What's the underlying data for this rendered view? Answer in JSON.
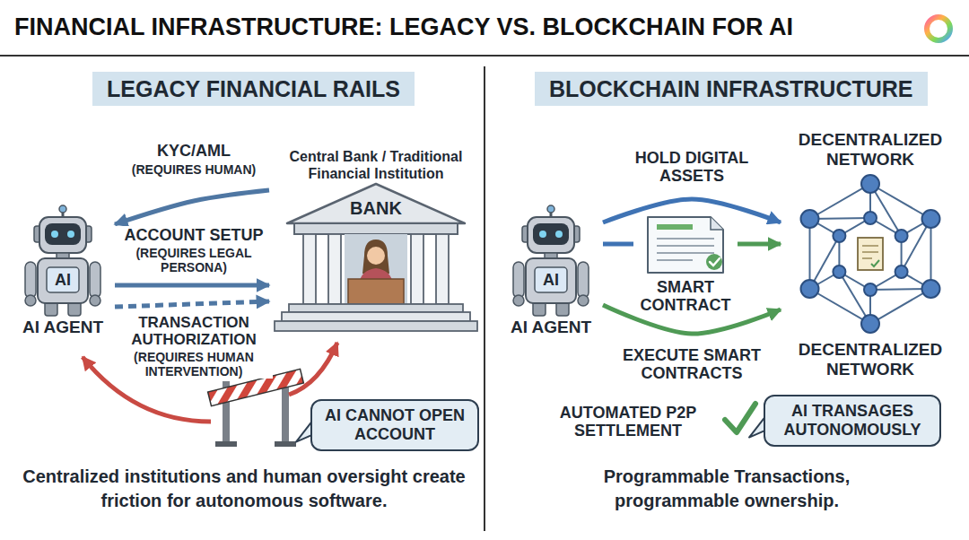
{
  "diagram": {
    "title": "FINANCIAL INFRASTRUCTURE: LEGACY VS. BLOCKCHAIN FOR AI",
    "nodes": [
      {
        "text": [
          "LEGACY FINANCIAL RAILS"
        ]
      },
      {
        "text": [
          "BLOCKCHAIN INFRASTRUCTURE"
        ]
      },
      {
        "text": [
          "AI",
          "AI AGENT"
        ]
      },
      {
        "text": [
          "Central Bank / Traditional Financial Institution",
          "BANK"
        ]
      },
      {
        "text": [
          "AI CANNOT OPEN ACCOUNT"
        ]
      },
      {
        "text": [
          "AI",
          "AI AGENT"
        ]
      },
      {
        "text": [
          "SMART CONTRACT"
        ]
      },
      {
        "text": [
          "DECENTRALIZED NETWORK",
          "DECENTRALIZED NETWORK"
        ]
      },
      {
        "text": [
          "AI TRANSAGES AUTONOMOUSLY"
        ]
      }
    ],
    "edges": [
      {
        "from": 3,
        "to": 2,
        "arrow": "to",
        "label": "KYC/AML"
      },
      {
        "from": 2,
        "to": 3,
        "arrow": "to",
        "label": "ACCOUNT SETUP"
      },
      {
        "from": 2,
        "to": 3,
        "arrow": "to",
        "label": "TRANSACTION AUTHORIZATION"
      },
      {
        "from": 5,
        "to": 7,
        "arrow": "to",
        "label": "HOLD DIGITAL ASSETS"
      },
      {
        "from": 5,
        "to": 6,
        "arrow": "none"
      },
      {
        "from": 6,
        "to": 7,
        "arrow": "to"
      },
      {
        "from": 5,
        "to": 7,
        "arrow": "to",
        "label": "EXECUTE SMART CONTRACTS"
      }
    ],
    "labels": [
      "(REQUIRES HUMAN)",
      "(REQUIRES LEGAL PERSONA)",
      "(REQUIRES HUMAN INTERVENTION)",
      "AUTOMATED P2P SETTLEMENT",
      "Centralized institutions and human oversight create friction for autonomous software.",
      "Programmable Transactions, programmable ownership."
    ]
  }
}
